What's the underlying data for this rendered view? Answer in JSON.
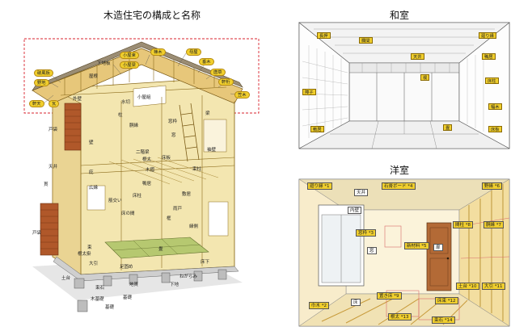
{
  "titles": {
    "house": "木造住宅の構成と名称",
    "washitsu": "和室",
    "yoshitsu": "洋室"
  },
  "house": {
    "roof_ovals": {
      "kosuji": "小屋束",
      "munagi": "棟木",
      "koyabari": "小屋梁",
      "moya": "母屋",
      "taruki": "垂木",
      "karakusa": "唐草",
      "hafuita": "破風板",
      "noji": "野地",
      "nokiten": "軒天",
      "kawara": "瓦",
      "yojigata": "軒桁",
      "sasara": "笠木"
    },
    "labels": {
      "shitaji": "下地板",
      "gaiheki": "外壁",
      "ruin": "水切",
      "kotabi": "小屋組",
      "hashira1": "柱",
      "mado": "窓",
      "tobukuro": "戸袋",
      "doubuchi": "胴縁",
      "madowaku": "窓枠",
      "hari": "梁",
      "nikaibari": "二階梁",
      "shita_ji": "根太",
      "yukaita": "床板",
      "kamoi": "鴨居",
      "shikii": "敷居",
      "sujikai": "筋交い",
      "tsuka": "束",
      "dodai": "土台",
      "kiso": "基礎",
      "ashiba": "足固め",
      "nedaku": "根太掛",
      "tokobashira": "床柱",
      "tatami": "畳",
      "engawa": "縁側",
      "amado": "雨戸",
      "kabe": "壁",
      "mokuzukin": "木摺",
      "tenjo": "天井",
      "sodekabe": "袖壁",
      "hiroen": "広縁",
      "tsukabashira": "束柱",
      "nuki": "貫",
      "tokonoma": "床の間",
      "higasa": "庇",
      "kamachi": "框",
      "obiki": "大引",
      "tobukuro2": "戸袋",
      "yukashita": "床下",
      "fukuso": "束石",
      "mokusei": "木基礎",
      "kiso2": "基礎",
      "jibanbari": "地貫",
      "shitajiita": "下地",
      "konkuri": "ねがらみ",
      "yane": "屋根"
    }
  },
  "washitsu": {
    "labels": {
      "nageshi": "長押",
      "ranma": "欄間",
      "tenjo": "天井",
      "mawaribuchi": "廻り縁",
      "fusuma": "襖",
      "shoji": "障子",
      "tatami": "畳",
      "shikii": "敷居",
      "tokobashira": "床柱",
      "kamoi": "鴨居",
      "haba": "幅木",
      "tokoita": "床板"
    }
  },
  "yoshitsu": {
    "tags": [
      "廻り縁 *1",
      "天井",
      "石膏ボード *4",
      "野縁 *6",
      "内壁",
      "窓枠 *3",
      "間柱 *8",
      "胴縁 *7",
      "窓",
      "新材料 *5",
      "扉",
      "巾木 *2",
      "床",
      "置き床 *9",
      "土台 *10",
      "大引 *11",
      "床束 *12",
      "根太 *13",
      "束石 *14"
    ]
  }
}
